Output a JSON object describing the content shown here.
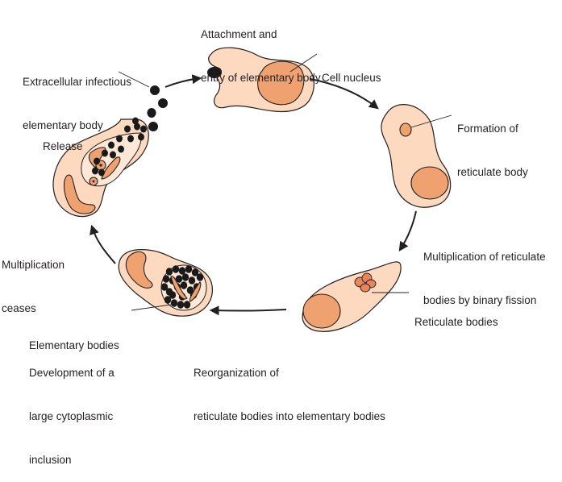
{
  "diagram": {
    "title": "Chlamydia developmental cycle",
    "colors": {
      "cytoplasm": "#fcd9bf",
      "nucleus": "#f0a170",
      "elementary_body": "#1a1a1a",
      "outline": "#231f20",
      "background": "#ffffff"
    },
    "stages": [
      {
        "id": "attachment",
        "label_line1": "Attachment and",
        "label_line2": "entry of elementary body"
      },
      {
        "id": "reticulate-formation",
        "label_line1": "Formation of",
        "label_line2": "reticulate body"
      },
      {
        "id": "binary-fission",
        "label_line1": "Multiplication of reticulate",
        "label_line2": "bodies by binary fission"
      },
      {
        "id": "reorganization",
        "label_line1": "Reorganization of",
        "label_line2": "reticulate bodies into elementary bodies"
      },
      {
        "id": "inclusion",
        "label_line1": "Development of a",
        "label_line2": "large cytoplasmic",
        "label_line3": "inclusion"
      },
      {
        "id": "ceases",
        "label_line1": "Multiplication",
        "label_line2": "ceases"
      },
      {
        "id": "release",
        "label_line1": "Release"
      }
    ],
    "callouts": {
      "cell_nucleus": "Cell nucleus",
      "extracellular_line1": "Extracellular infectious",
      "extracellular_line2": "elementary body",
      "reticulate_bodies": "Reticulate bodies",
      "elementary_bodies": "Elementary bodies"
    }
  }
}
